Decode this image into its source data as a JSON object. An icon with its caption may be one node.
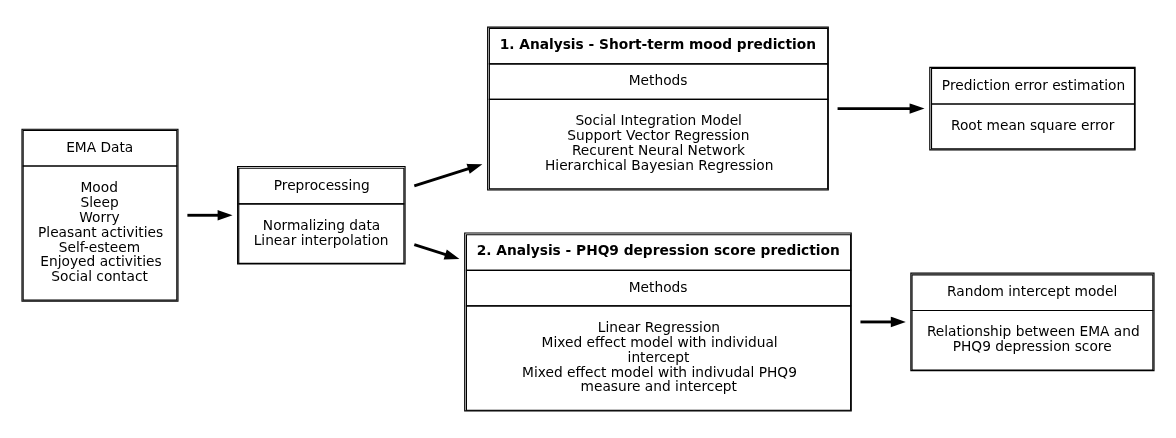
{
  "diagram": {
    "nodes": [
      {
        "text": [
          "EMA Data",
          "Mood",
          "Sleep",
          "Worry",
          "Pleasant activities",
          "Self-esteem",
          "Enjoyed activities",
          "Social contact"
        ]
      },
      {
        "text": [
          "Preprocessing",
          "Normalizing data",
          "Linear interpolation"
        ]
      },
      {
        "text": [
          "1. Analysis - Short-term mood prediction",
          "Methods",
          "Social Integration Model",
          "Support Vector Regression",
          "Recurent Neural Network",
          "Hierarchical Bayesian Regression"
        ]
      },
      {
        "text": [
          "2. Analysis - PHQ9 depression score prediction",
          "Methods",
          "Linear Regression",
          "Mixed effect model with individual intercept",
          "Mixed effect model with indivudal PHQ9 measure and intercept"
        ]
      },
      {
        "text": [
          "Prediction error estimation",
          "Root mean square error"
        ]
      },
      {
        "text": [
          "Random intercept model",
          "Relationship between EMA and PHQ9 depression score"
        ]
      }
    ],
    "edges": [
      {
        "from": 0,
        "to": 1,
        "arrow": "to"
      },
      {
        "from": 1,
        "to": 2,
        "arrow": "to"
      },
      {
        "from": 1,
        "to": 3,
        "arrow": "to"
      },
      {
        "from": 2,
        "to": 4,
        "arrow": "to"
      },
      {
        "from": 3,
        "to": 5,
        "arrow": "to"
      }
    ]
  }
}
